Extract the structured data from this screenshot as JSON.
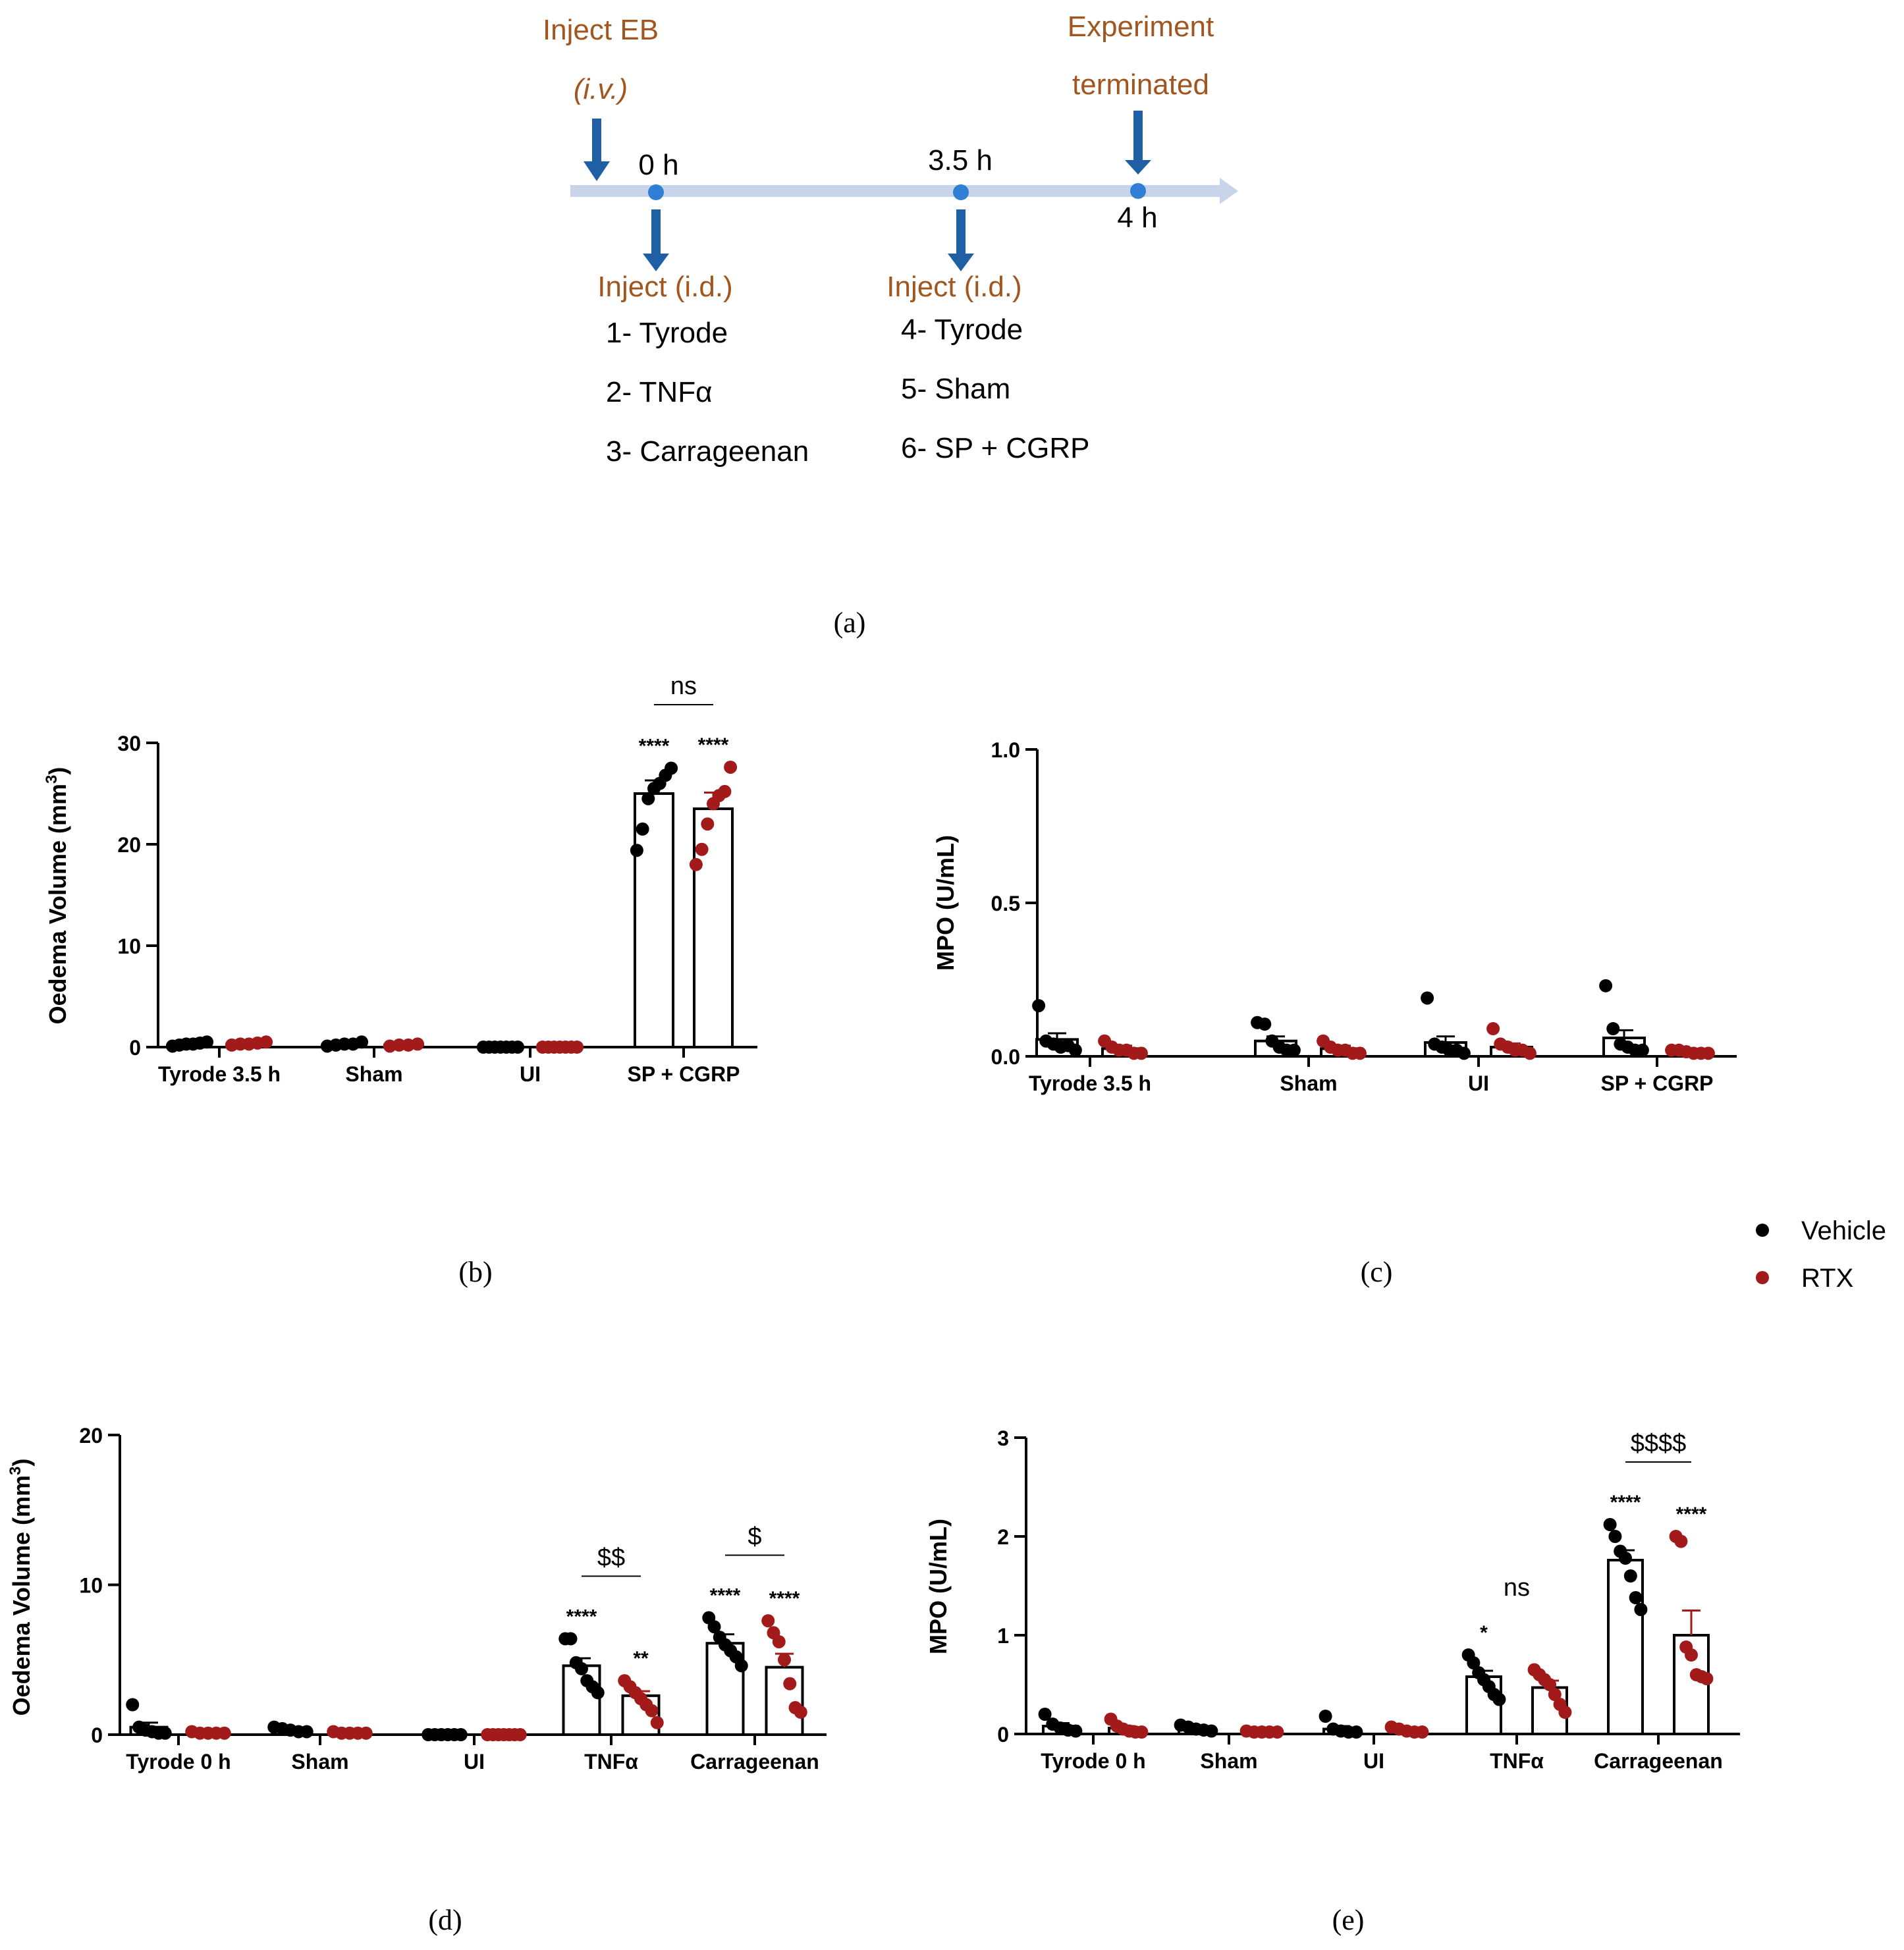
{
  "timeline": {
    "inject_eb": "Inject EB",
    "iv_route": "(i.v.)",
    "experiment_line1": "Experiment",
    "experiment_line2": "terminated",
    "times": [
      "0 h",
      "3.5 h",
      "4 h"
    ],
    "inject_id_1": "Inject (i.d.)",
    "inject_id_2": "Inject (i.d.)",
    "list_left": [
      "1- Tyrode",
      "2- TNFα",
      "3- Carrageenan"
    ],
    "list_right": [
      "4- Tyrode",
      "5- Sham",
      "6- SP + CGRP"
    ],
    "label_color": "#a2561f",
    "arrow_color": "#1f5fa5",
    "axis_color": "#c8d4ea",
    "dot_color": "#2f7fd4"
  },
  "panel_labels": [
    "(a)",
    "(b)",
    "(c)",
    "(d)",
    "(e)"
  ],
  "legend": {
    "items": [
      {
        "name": "Vehicle",
        "color": "#000000"
      },
      {
        "name": "RTX",
        "color": "#a31a1a"
      }
    ]
  },
  "chart_data": [
    {
      "id": "b",
      "type": "bar",
      "ylabel": "Oedema Volume (mm3)",
      "ylim": [
        0,
        30
      ],
      "yticks": [
        "0",
        "10",
        "20",
        "30"
      ],
      "categories": [
        "Tyrode 3.5 h",
        "Sham",
        "UI",
        "SP + CGRP"
      ],
      "series": [
        {
          "name": "Vehicle",
          "values": [
            0.3,
            0.3,
            0.0,
            25.0
          ],
          "sem": [
            0.1,
            0.1,
            0.0,
            1.3
          ],
          "points": [
            [
              0.1,
              0.2,
              0.3,
              0.3,
              0.4,
              0.5
            ],
            [
              0.1,
              0.2,
              0.3,
              0.3,
              0.5
            ],
            [
              0,
              0,
              0,
              0,
              0,
              0,
              0
            ],
            [
              19.4,
              21.5,
              24.5,
              25.5,
              26.0,
              26.8,
              27.5
            ]
          ]
        },
        {
          "name": "RTX",
          "values": [
            0.3,
            0.2,
            0.0,
            23.5
          ],
          "sem": [
            0.1,
            0.1,
            0.0,
            1.6
          ],
          "points": [
            [
              0.2,
              0.3,
              0.3,
              0.4,
              0.5
            ],
            [
              0.1,
              0.2,
              0.2,
              0.3
            ],
            [
              0,
              0,
              0,
              0,
              0,
              0,
              0
            ],
            [
              18.0,
              19.5,
              22.0,
              24.0,
              24.8,
              25.2,
              27.6
            ]
          ]
        }
      ],
      "annotations": {
        "vehicle_sig": [
          "",
          "",
          "",
          "****"
        ],
        "rtx_sig": [
          "",
          "",
          "",
          "****"
        ],
        "bracket": {
          "category": 3,
          "text": "ns"
        }
      }
    },
    {
      "id": "c",
      "type": "bar",
      "ylabel": "MPO (U/mL)",
      "ylim": [
        0,
        1.0
      ],
      "yticks": [
        "0.0",
        "0.5",
        "1.0"
      ],
      "categories": [
        "Tyrode 3.5 h",
        "Sham",
        "UI",
        "SP + CGRP"
      ],
      "series": [
        {
          "name": "Vehicle",
          "values": [
            0.055,
            0.05,
            0.045,
            0.06
          ],
          "sem": [
            0.02,
            0.015,
            0.02,
            0.025
          ],
          "points": [
            [
              0.165,
              0.05,
              0.04,
              0.03,
              0.035,
              0.02
            ],
            [
              0.11,
              0.105,
              0.05,
              0.03,
              0.02,
              0.02
            ],
            [
              0.19,
              0.04,
              0.03,
              0.02,
              0.02,
              0.01
            ],
            [
              0.23,
              0.09,
              0.04,
              0.03,
              0.02,
              0.02
            ]
          ]
        },
        {
          "name": "RTX",
          "values": [
            0.025,
            0.025,
            0.03,
            0.015
          ],
          "sem": [
            0.01,
            0.01,
            0.012,
            0.005
          ],
          "points": [
            [
              0.05,
              0.03,
              0.02,
              0.02,
              0.01,
              0.01
            ],
            [
              0.05,
              0.03,
              0.02,
              0.02,
              0.01,
              0.01
            ],
            [
              0.09,
              0.04,
              0.03,
              0.02,
              0.02,
              0.01
            ],
            [
              0.02,
              0.02,
              0.015,
              0.01,
              0.01,
              0.01
            ]
          ]
        }
      ],
      "annotations": {}
    },
    {
      "id": "d",
      "type": "bar",
      "ylabel": "Oedema Volume (mm3)",
      "ylim": [
        0,
        20
      ],
      "yticks": [
        "0",
        "10",
        "20"
      ],
      "categories": [
        "Tyrode 0 h",
        "Sham",
        "UI",
        "TNFα",
        "Carrageenan"
      ],
      "series": [
        {
          "name": "Vehicle",
          "values": [
            0.5,
            0.3,
            0.0,
            4.6,
            6.1
          ],
          "sem": [
            0.3,
            0.1,
            0.0,
            0.5,
            0.6
          ],
          "points": [
            [
              2.0,
              0.5,
              0.3,
              0.2,
              0.1,
              0.1
            ],
            [
              0.5,
              0.4,
              0.3,
              0.2,
              0.2
            ],
            [
              0,
              0,
              0,
              0,
              0,
              0
            ],
            [
              6.4,
              6.4,
              4.8,
              4.4,
              3.6,
              3.2,
              2.8
            ],
            [
              7.8,
              7.2,
              6.5,
              6.0,
              5.6,
              5.2,
              4.6
            ]
          ]
        },
        {
          "name": "RTX",
          "values": [
            0.1,
            0.1,
            0.0,
            2.6,
            4.5
          ],
          "sem": [
            0.05,
            0.05,
            0.0,
            0.3,
            0.9
          ],
          "points": [
            [
              0.2,
              0.1,
              0.1,
              0.1,
              0.1
            ],
            [
              0.2,
              0.1,
              0.1,
              0.1,
              0.1
            ],
            [
              0,
              0,
              0,
              0,
              0,
              0,
              0
            ],
            [
              3.6,
              3.2,
              2.8,
              2.4,
              2.0,
              1.6,
              0.8
            ],
            [
              7.6,
              6.8,
              6.2,
              5.0,
              3.4,
              1.8,
              1.5
            ]
          ]
        }
      ],
      "annotations": {
        "vehicle_sig": [
          "",
          "",
          "",
          "****",
          "****"
        ],
        "rtx_sig": [
          "",
          "",
          "",
          "**",
          "****"
        ],
        "brackets": [
          {
            "category": 3,
            "text": "$$"
          },
          {
            "category": 4,
            "text": "$"
          }
        ]
      }
    },
    {
      "id": "e",
      "type": "bar",
      "ylabel": "MPO (U/mL)",
      "ylim": [
        0,
        3
      ],
      "yticks": [
        "0",
        "1",
        "2",
        "3"
      ],
      "categories": [
        "Tyrode 0 h",
        "Sham",
        "UI",
        "TNFα",
        "Carrageenan"
      ],
      "series": [
        {
          "name": "Vehicle",
          "values": [
            0.08,
            0.06,
            0.05,
            0.58,
            1.76
          ],
          "sem": [
            0.03,
            0.02,
            0.03,
            0.06,
            0.1
          ],
          "points": [
            [
              0.2,
              0.1,
              0.06,
              0.04,
              0.03
            ],
            [
              0.09,
              0.07,
              0.05,
              0.04,
              0.03
            ],
            [
              0.18,
              0.05,
              0.03,
              0.02,
              0.02
            ],
            [
              0.8,
              0.72,
              0.62,
              0.55,
              0.48,
              0.4,
              0.35
            ],
            [
              2.12,
              2.0,
              1.85,
              1.78,
              1.6,
              1.38,
              1.26
            ]
          ]
        },
        {
          "name": "RTX",
          "values": [
            0.06,
            0.02,
            0.04,
            0.47,
            1.0
          ],
          "sem": [
            0.02,
            0.01,
            0.01,
            0.07,
            0.25
          ],
          "points": [
            [
              0.15,
              0.08,
              0.05,
              0.03,
              0.02,
              0.02
            ],
            [
              0.03,
              0.02,
              0.02,
              0.02,
              0.02
            ],
            [
              0.07,
              0.05,
              0.03,
              0.02,
              0.02
            ],
            [
              0.65,
              0.6,
              0.55,
              0.5,
              0.4,
              0.3,
              0.22
            ],
            [
              2.0,
              1.95,
              0.88,
              0.8,
              0.6,
              0.58,
              0.56
            ]
          ]
        }
      ],
      "annotations": {
        "vehicle_sig": [
          "",
          "",
          "",
          "*",
          "****"
        ],
        "rtx_sig": [
          "",
          "",
          "",
          "",
          "****"
        ],
        "brackets": [
          {
            "category": 4,
            "text": "$$$$"
          }
        ],
        "floating": [
          {
            "category": 3,
            "text": "ns"
          }
        ]
      }
    }
  ]
}
